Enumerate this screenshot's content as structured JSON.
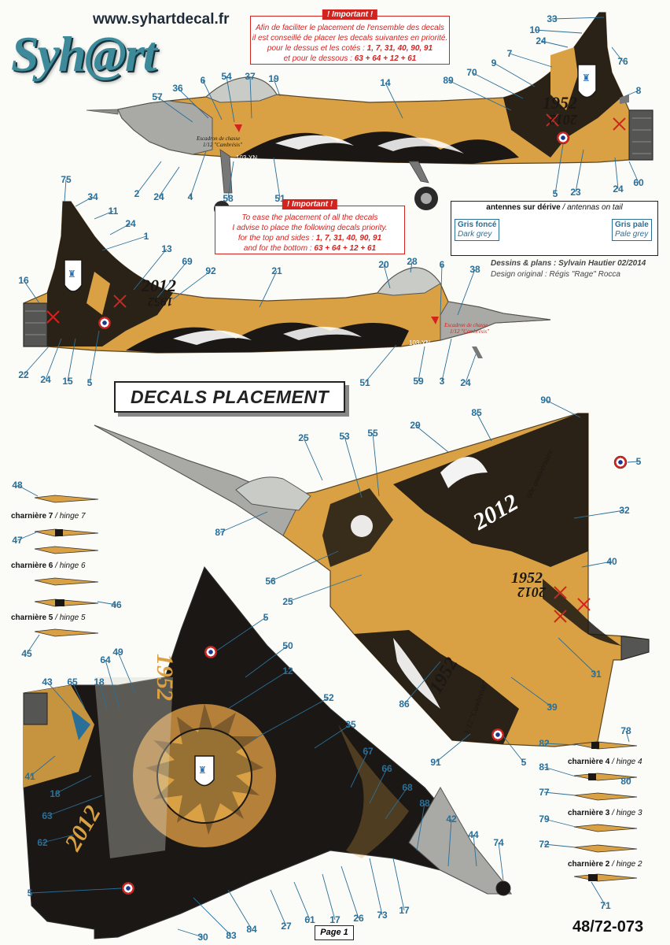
{
  "header": {
    "url": "www.syhartdecal.fr",
    "logo_text": "Syh@rt"
  },
  "important_fr": {
    "title": "! Important !",
    "line1": "Afin de faciliter le placement de l'ensemble des decals",
    "line2": "il est conseillé de placer les decals suivantes en priorité.",
    "line3_prefix": "pour le dessus et les cotés : ",
    "line3_nums": "1, 7, 31, 40, 90, 91",
    "line4_prefix": "et pour le dessous : ",
    "line4_nums": "63 + 64 + 12 + 61"
  },
  "important_en": {
    "title": "! Important !",
    "line1": "To ease the placement of all the decals",
    "line2": "I advise to place the following decals priority.",
    "line3_prefix": "for the top and sides : ",
    "line3_nums": "1, 7, 31, 40, 90, 91",
    "line4_prefix": "and for the bottom : ",
    "line4_nums": "63 + 64 + 12 + 61"
  },
  "antennas": {
    "title_fr": "antennes sur dérive",
    "title_sep": " / ",
    "title_en": "antennas on tail",
    "dark_fr": "Gris foncé",
    "dark_en": "Dark grey",
    "pale_fr": "Gris pale",
    "pale_en": "Pale grey"
  },
  "credits": {
    "line1_label": "Dessins & plans : ",
    "line1_name": "Sylvain Hautier 02/2014",
    "line2": "Design original : Régis \"Rage\" Rocca"
  },
  "placement_title": "DECALS PLACEMENT",
  "hinges": [
    {
      "fr": "charnière 7",
      "sep": " / ",
      "en": "hinge 7"
    },
    {
      "fr": "charnière 6",
      "sep": " / ",
      "en": "hinge 6"
    },
    {
      "fr": "charnière 5",
      "sep": " / ",
      "en": "hinge 5"
    },
    {
      "fr": "charnière 4",
      "sep": " / ",
      "en": "hinge 4"
    },
    {
      "fr": "charnière 3",
      "sep": " / ",
      "en": "hinge 3"
    },
    {
      "fr": "charnière 2",
      "sep": " / ",
      "en": "hinge 2"
    }
  ],
  "aircraft_markings": {
    "year_1952": "1952",
    "year_2012": "2012",
    "code": "103-YN",
    "squadron": "Escadron de chasse",
    "squadron_name": "1/12 \"Cambrésis\"",
    "anniversary": "60e anniversaire"
  },
  "footer": {
    "page": "Page 1",
    "ref": "48/72-073"
  },
  "colors": {
    "tan": "#d9a144",
    "tan_dark": "#b4803a",
    "black": "#1b1714",
    "grey": "#a9aaa6",
    "callout_blue": "#2a6f98",
    "important_red": "#d3231f"
  },
  "callouts": [
    {
      "id": "c33",
      "label": "33"
    },
    {
      "id": "c10",
      "label": "10"
    },
    {
      "id": "c24a",
      "label": "24"
    },
    {
      "id": "c76",
      "label": "76"
    },
    {
      "id": "c7a",
      "label": "7"
    },
    {
      "id": "c9",
      "label": "9"
    },
    {
      "id": "c70",
      "label": "70"
    },
    {
      "id": "c89",
      "label": "89"
    },
    {
      "id": "c8",
      "label": "8"
    },
    {
      "id": "c14",
      "label": "14"
    },
    {
      "id": "c19",
      "label": "19"
    },
    {
      "id": "c37",
      "label": "37"
    },
    {
      "id": "c54",
      "label": "54"
    },
    {
      "id": "c6a",
      "label": "6"
    },
    {
      "id": "c36",
      "label": "36"
    },
    {
      "id": "c57",
      "label": "57"
    },
    {
      "id": "c2",
      "label": "2"
    },
    {
      "id": "c24b",
      "label": "24"
    },
    {
      "id": "c4",
      "label": "4"
    },
    {
      "id": "c58",
      "label": "58"
    },
    {
      "id": "c51a",
      "label": "51"
    },
    {
      "id": "c5a",
      "label": "5"
    },
    {
      "id": "c23",
      "label": "23"
    },
    {
      "id": "c24c",
      "label": "24"
    },
    {
      "id": "c60",
      "label": "60"
    },
    {
      "id": "c75",
      "label": "75"
    },
    {
      "id": "c34",
      "label": "34"
    },
    {
      "id": "c11",
      "label": "11"
    },
    {
      "id": "c24d",
      "label": "24"
    },
    {
      "id": "c1",
      "label": "1"
    },
    {
      "id": "c13",
      "label": "13"
    },
    {
      "id": "c69",
      "label": "69"
    },
    {
      "id": "c92",
      "label": "92"
    },
    {
      "id": "c21",
      "label": "21"
    },
    {
      "id": "c20",
      "label": "20"
    },
    {
      "id": "c28",
      "label": "28"
    },
    {
      "id": "c6b",
      "label": "6"
    },
    {
      "id": "c38",
      "label": "38"
    },
    {
      "id": "c16",
      "label": "16"
    },
    {
      "id": "c22",
      "label": "22"
    },
    {
      "id": "c24e",
      "label": "24"
    },
    {
      "id": "c15",
      "label": "15"
    },
    {
      "id": "c5b",
      "label": "5"
    },
    {
      "id": "c51b",
      "label": "51"
    },
    {
      "id": "c59",
      "label": "59"
    },
    {
      "id": "c3",
      "label": "3"
    },
    {
      "id": "c24f",
      "label": "24"
    },
    {
      "id": "c90",
      "label": "90"
    },
    {
      "id": "c29",
      "label": "29"
    },
    {
      "id": "c85",
      "label": "85"
    },
    {
      "id": "c5c",
      "label": "5"
    },
    {
      "id": "c25a",
      "label": "25"
    },
    {
      "id": "c53",
      "label": "53"
    },
    {
      "id": "c55",
      "label": "55"
    },
    {
      "id": "c32",
      "label": "32"
    },
    {
      "id": "c87",
      "label": "87"
    },
    {
      "id": "c40",
      "label": "40"
    },
    {
      "id": "c56",
      "label": "56"
    },
    {
      "id": "c25b",
      "label": "25"
    },
    {
      "id": "c31",
      "label": "31"
    },
    {
      "id": "c86",
      "label": "86"
    },
    {
      "id": "c39",
      "label": "39"
    },
    {
      "id": "c91",
      "label": "91"
    },
    {
      "id": "c5d",
      "label": "5"
    },
    {
      "id": "c48",
      "label": "48"
    },
    {
      "id": "c47",
      "label": "47"
    },
    {
      "id": "c46",
      "label": "46"
    },
    {
      "id": "c45",
      "label": "45"
    },
    {
      "id": "c5e",
      "label": "5"
    },
    {
      "id": "c49",
      "label": "49"
    },
    {
      "id": "c50",
      "label": "50"
    },
    {
      "id": "c64",
      "label": "64"
    },
    {
      "id": "c12",
      "label": "12"
    },
    {
      "id": "c43",
      "label": "43"
    },
    {
      "id": "c65",
      "label": "65"
    },
    {
      "id": "c18a",
      "label": "18"
    },
    {
      "id": "c52",
      "label": "52"
    },
    {
      "id": "c35",
      "label": "35"
    },
    {
      "id": "c41",
      "label": "41"
    },
    {
      "id": "c18b",
      "label": "18"
    },
    {
      "id": "c63",
      "label": "63"
    },
    {
      "id": "c67",
      "label": "67"
    },
    {
      "id": "c66",
      "label": "66"
    },
    {
      "id": "c62",
      "label": "62"
    },
    {
      "id": "c68",
      "label": "68"
    },
    {
      "id": "c88",
      "label": "88"
    },
    {
      "id": "c42",
      "label": "42"
    },
    {
      "id": "c44",
      "label": "44"
    },
    {
      "id": "c74",
      "label": "74"
    },
    {
      "id": "c5f",
      "label": "5"
    },
    {
      "id": "c30",
      "label": "30"
    },
    {
      "id": "c83",
      "label": "83"
    },
    {
      "id": "c84",
      "label": "84"
    },
    {
      "id": "c27",
      "label": "27"
    },
    {
      "id": "c61",
      "label": "61"
    },
    {
      "id": "c17a",
      "label": "17"
    },
    {
      "id": "c26",
      "label": "26"
    },
    {
      "id": "c73",
      "label": "73"
    },
    {
      "id": "c17b",
      "label": "17"
    },
    {
      "id": "c82",
      "label": "82"
    },
    {
      "id": "c78",
      "label": "78"
    },
    {
      "id": "c81",
      "label": "81"
    },
    {
      "id": "c80",
      "label": "80"
    },
    {
      "id": "c77",
      "label": "77"
    },
    {
      "id": "c79",
      "label": "79"
    },
    {
      "id": "c72",
      "label": "72"
    },
    {
      "id": "c71",
      "label": "71"
    }
  ]
}
